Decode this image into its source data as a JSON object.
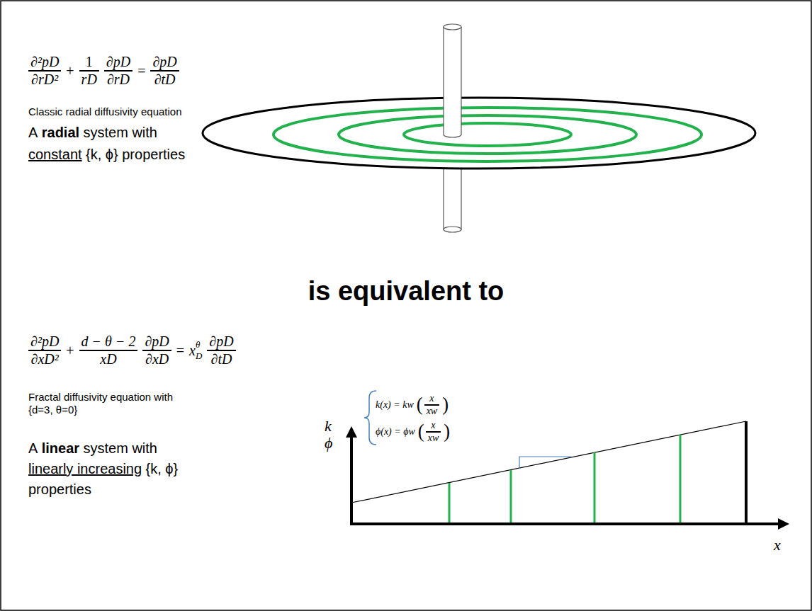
{
  "diagram": {
    "labels": [
      "∂²pD",
      "∂rD²",
      "+",
      "1",
      "rD",
      "∂pD",
      "∂rD",
      "=",
      "∂pD",
      "∂tD",
      "Classic radial diffusivity equation",
      "A",
      "radial",
      "system with",
      "constant",
      "{k, ϕ} properties",
      "is equivalent to",
      "∂²pD",
      "∂xD²",
      "+",
      "d − θ − 2",
      "xD",
      "∂pD",
      "∂xD",
      "=",
      "x",
      "D",
      "θ",
      "∂pD",
      "∂tD",
      "Fractal diffusivity equation with {d=3, θ=0}",
      "A",
      "linear",
      "system with",
      "linearly increasing",
      "{k, ϕ}",
      "properties",
      "k(x) = kw",
      "(",
      "x",
      "xw",
      ")",
      "ϕ(x) = ϕw",
      "(",
      "x",
      "xw",
      ")",
      "k",
      "ϕ",
      "x"
    ]
  }
}
